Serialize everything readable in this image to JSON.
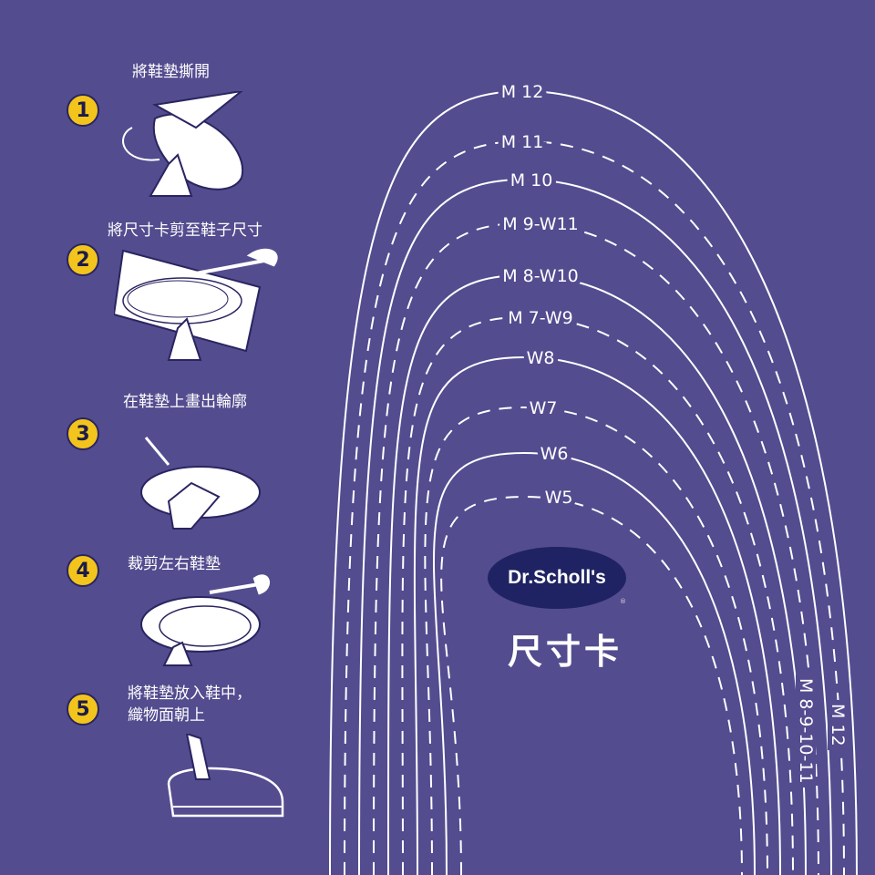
{
  "steps": [
    {
      "number": "1",
      "title": "將鞋墊撕開"
    },
    {
      "number": "2",
      "title": "將尺寸卡剪至鞋子尺寸"
    },
    {
      "number": "3",
      "title": "在鞋墊上畫出輪廓"
    },
    {
      "number": "4",
      "title": "裁剪左右鞋墊"
    },
    {
      "number": "5",
      "title": "將鞋墊放入鞋中，",
      "title2": "織物面朝上"
    }
  ],
  "sizes": [
    {
      "label": "M 12",
      "style": "solid"
    },
    {
      "label": "M 11",
      "style": "dashed"
    },
    {
      "label": "M 10",
      "style": "solid"
    },
    {
      "label": "M 9-W11",
      "style": "dashed"
    },
    {
      "label": "M 8-W10",
      "style": "solid"
    },
    {
      "label": "M 7-W9",
      "style": "dashed"
    },
    {
      "label": "W8",
      "style": "solid"
    },
    {
      "label": "W7",
      "style": "dashed"
    },
    {
      "label": "W6",
      "style": "solid"
    },
    {
      "label": "W5",
      "style": "dashed"
    }
  ],
  "side_labels": {
    "outer": "M 12",
    "inner": "M 8-9-10-11"
  },
  "brand": {
    "logo": "Dr.Scholl's",
    "registered": "®",
    "card_title": "尺寸卡"
  },
  "colors": {
    "background": "#534c8f",
    "badge": "#f3c51c",
    "logo_bg": "#1f2363"
  }
}
